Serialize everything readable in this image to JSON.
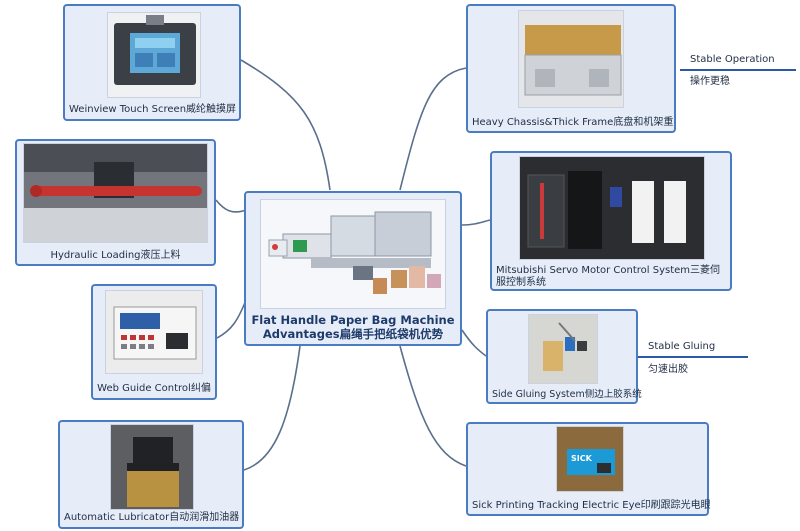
{
  "central": {
    "title_line1": "Flat Handle Paper Bag Machine",
    "title_line2": "Advantages扁绳手把纸袋机优势"
  },
  "features": {
    "weinview": "Weinview Touch Screen威纶触摸屏",
    "hydraulic": "Hydraulic Loading液压上料",
    "web_guide": "Web Guide Control纠偏",
    "lubricator": "Automatic Lubricator自动润滑加油器",
    "chassis": "Heavy Chassis&Thick Frame底盘和机架重",
    "servo": "Mitsubishi Servo Motor Control System三菱伺服控制系统",
    "side_gluing": "Side Gluing System侧边上胶系统",
    "sick": "Sick Printing Tracking Electric Eye印刷跟踪光电眼"
  },
  "notes": {
    "stable_operation_en": "Stable Operation",
    "stable_operation_cn": "操作更稳",
    "stable_gluing_en": "Stable Gluing",
    "stable_gluing_cn": "匀速出胶"
  },
  "photo_texts": {
    "sick_logo": "SICK"
  },
  "colors": {
    "border": "#4a7cc2",
    "card_fill": "#e6edf8",
    "connector": "#5a6f8c",
    "note_line": "#2b58a8"
  }
}
